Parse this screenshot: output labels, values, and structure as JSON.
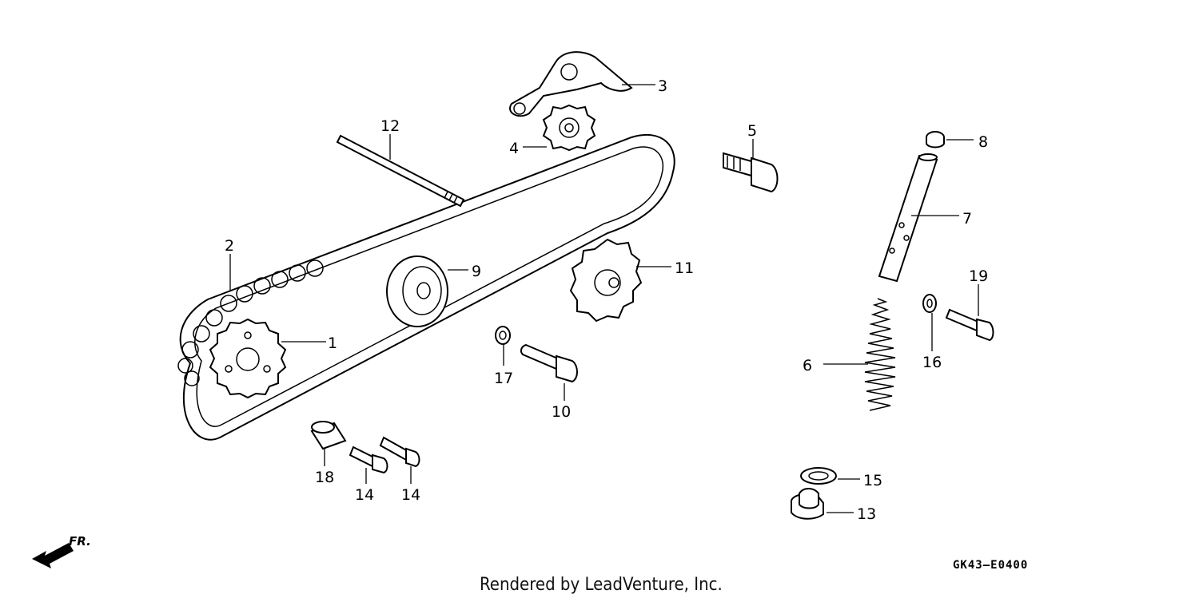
{
  "callouts": [
    {
      "id": "1",
      "text": "1"
    },
    {
      "id": "2",
      "text": "2"
    },
    {
      "id": "3",
      "text": "3"
    },
    {
      "id": "4",
      "text": "4"
    },
    {
      "id": "5",
      "text": "5"
    },
    {
      "id": "6",
      "text": "6"
    },
    {
      "id": "7",
      "text": "7"
    },
    {
      "id": "8",
      "text": "8"
    },
    {
      "id": "9",
      "text": "9"
    },
    {
      "id": "10",
      "text": "10"
    },
    {
      "id": "11",
      "text": "11"
    },
    {
      "id": "12",
      "text": "12"
    },
    {
      "id": "13",
      "text": "13"
    },
    {
      "id": "14a",
      "text": "14"
    },
    {
      "id": "14b",
      "text": "14"
    },
    {
      "id": "15",
      "text": "15"
    },
    {
      "id": "16",
      "text": "16"
    },
    {
      "id": "17",
      "text": "17"
    },
    {
      "id": "18",
      "text": "18"
    },
    {
      "id": "19",
      "text": "19"
    }
  ],
  "diagram_code": "GK43—E0400",
  "credit": "Rendered by LeadVenture, Inc.",
  "front_marker": "FR."
}
